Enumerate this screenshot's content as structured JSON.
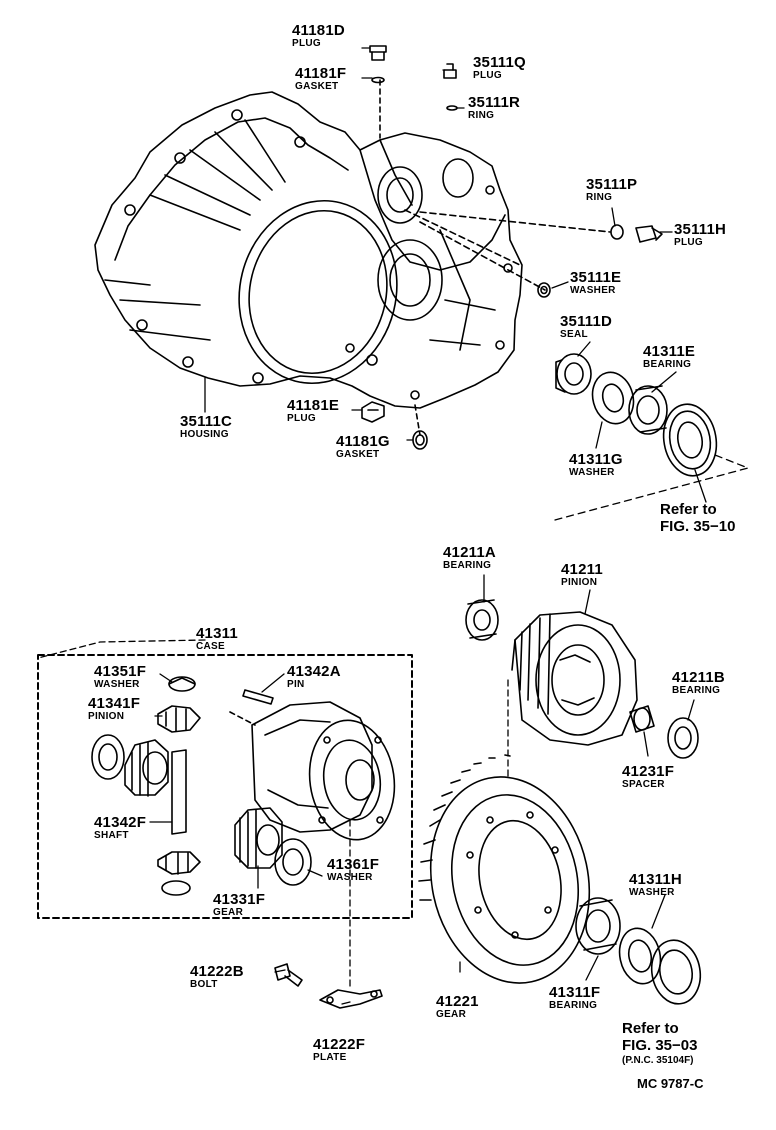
{
  "parts": [
    {
      "id": "p41181D",
      "number": "41181D",
      "name": "PLUG"
    },
    {
      "id": "p41181F",
      "number": "41181F",
      "name": "GASKET"
    },
    {
      "id": "p35111Q",
      "number": "35111Q",
      "name": "PLUG"
    },
    {
      "id": "p35111R",
      "number": "35111R",
      "name": "RING"
    },
    {
      "id": "p35111P",
      "number": "35111P",
      "name": "RING"
    },
    {
      "id": "p35111H",
      "number": "35111H",
      "name": "PLUG"
    },
    {
      "id": "p35111E",
      "number": "35111E",
      "name": "WASHER"
    },
    {
      "id": "p35111D",
      "number": "35111D",
      "name": "SEAL"
    },
    {
      "id": "p41311E",
      "number": "41311E",
      "name": "BEARING"
    },
    {
      "id": "p35111C",
      "number": "35111C",
      "name": "HOUSING"
    },
    {
      "id": "p41181E",
      "number": "41181E",
      "name": "PLUG"
    },
    {
      "id": "p41181G",
      "number": "41181G",
      "name": "GASKET"
    },
    {
      "id": "p41311G",
      "number": "41311G",
      "name": "WASHER"
    },
    {
      "id": "p41211A",
      "number": "41211A",
      "name": "BEARING"
    },
    {
      "id": "p41211",
      "number": "41211",
      "name": "PINION"
    },
    {
      "id": "p41311",
      "number": "41311",
      "name": "CASE"
    },
    {
      "id": "p41351F",
      "number": "41351F",
      "name": "WASHER"
    },
    {
      "id": "p41342A",
      "number": "41342A",
      "name": "PIN"
    },
    {
      "id": "p41341F",
      "number": "41341F",
      "name": "PINION"
    },
    {
      "id": "p41211B",
      "number": "41211B",
      "name": "BEARING"
    },
    {
      "id": "p41231F",
      "number": "41231F",
      "name": "SPACER"
    },
    {
      "id": "p41342F",
      "number": "41342F",
      "name": "SHAFT"
    },
    {
      "id": "p41361F",
      "number": "41361F",
      "name": "WASHER"
    },
    {
      "id": "p41331F",
      "number": "41331F",
      "name": "GEAR"
    },
    {
      "id": "p41311H",
      "number": "41311H",
      "name": "WASHER"
    },
    {
      "id": "p41222B",
      "number": "41222B",
      "name": "BOLT"
    },
    {
      "id": "p41221",
      "number": "41221",
      "name": "GEAR"
    },
    {
      "id": "p41311F",
      "number": "41311F",
      "name": "BEARING"
    },
    {
      "id": "p41222F",
      "number": "41222F",
      "name": "PLATE"
    }
  ],
  "references": [
    {
      "id": "ref1",
      "line1": "Refer to",
      "line2": "FIG. 35−10"
    },
    {
      "id": "ref2",
      "line1": "Refer to",
      "line2": "FIG. 35−03",
      "line3": "(P.N.C. 35104F)"
    }
  ],
  "diagram_code": "MC  9787-C"
}
